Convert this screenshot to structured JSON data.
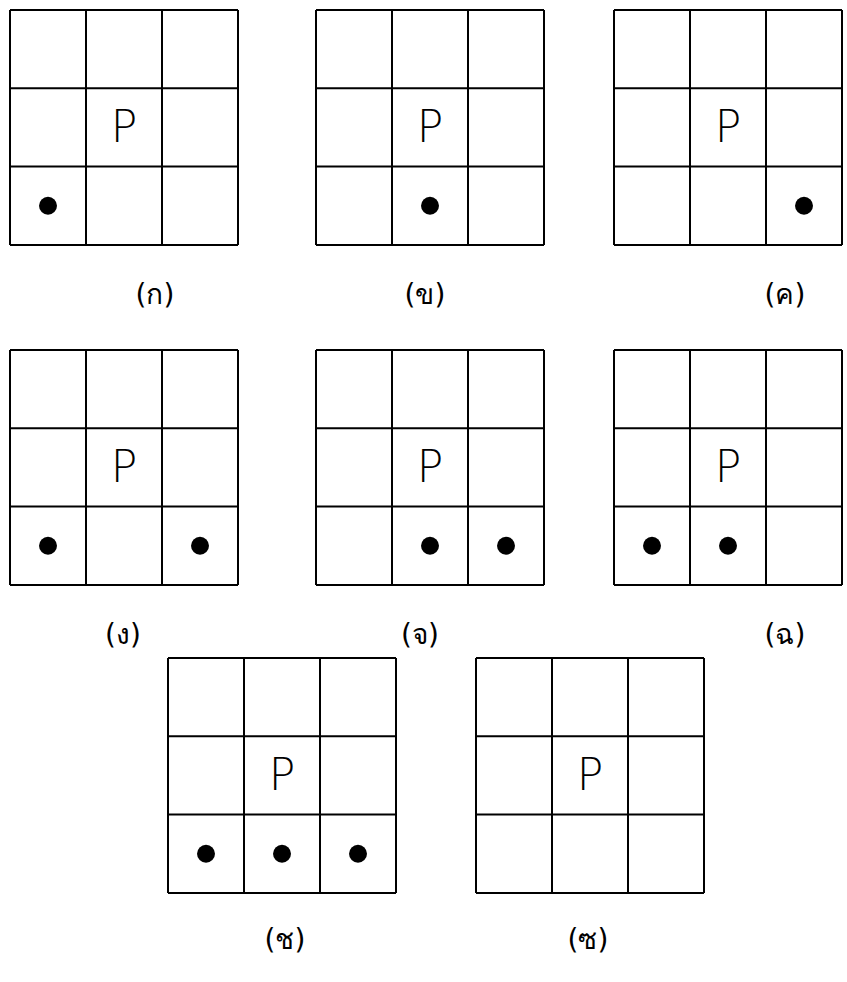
{
  "diagram": {
    "labels": [
      "P",
      "(ก)",
      "P",
      "(ข)",
      "P",
      "(ค)",
      "P",
      "(ง)",
      "P",
      "(จ)",
      "P",
      "(ฉ)",
      "P",
      "(ช)",
      "P",
      "(ซ)"
    ]
  }
}
